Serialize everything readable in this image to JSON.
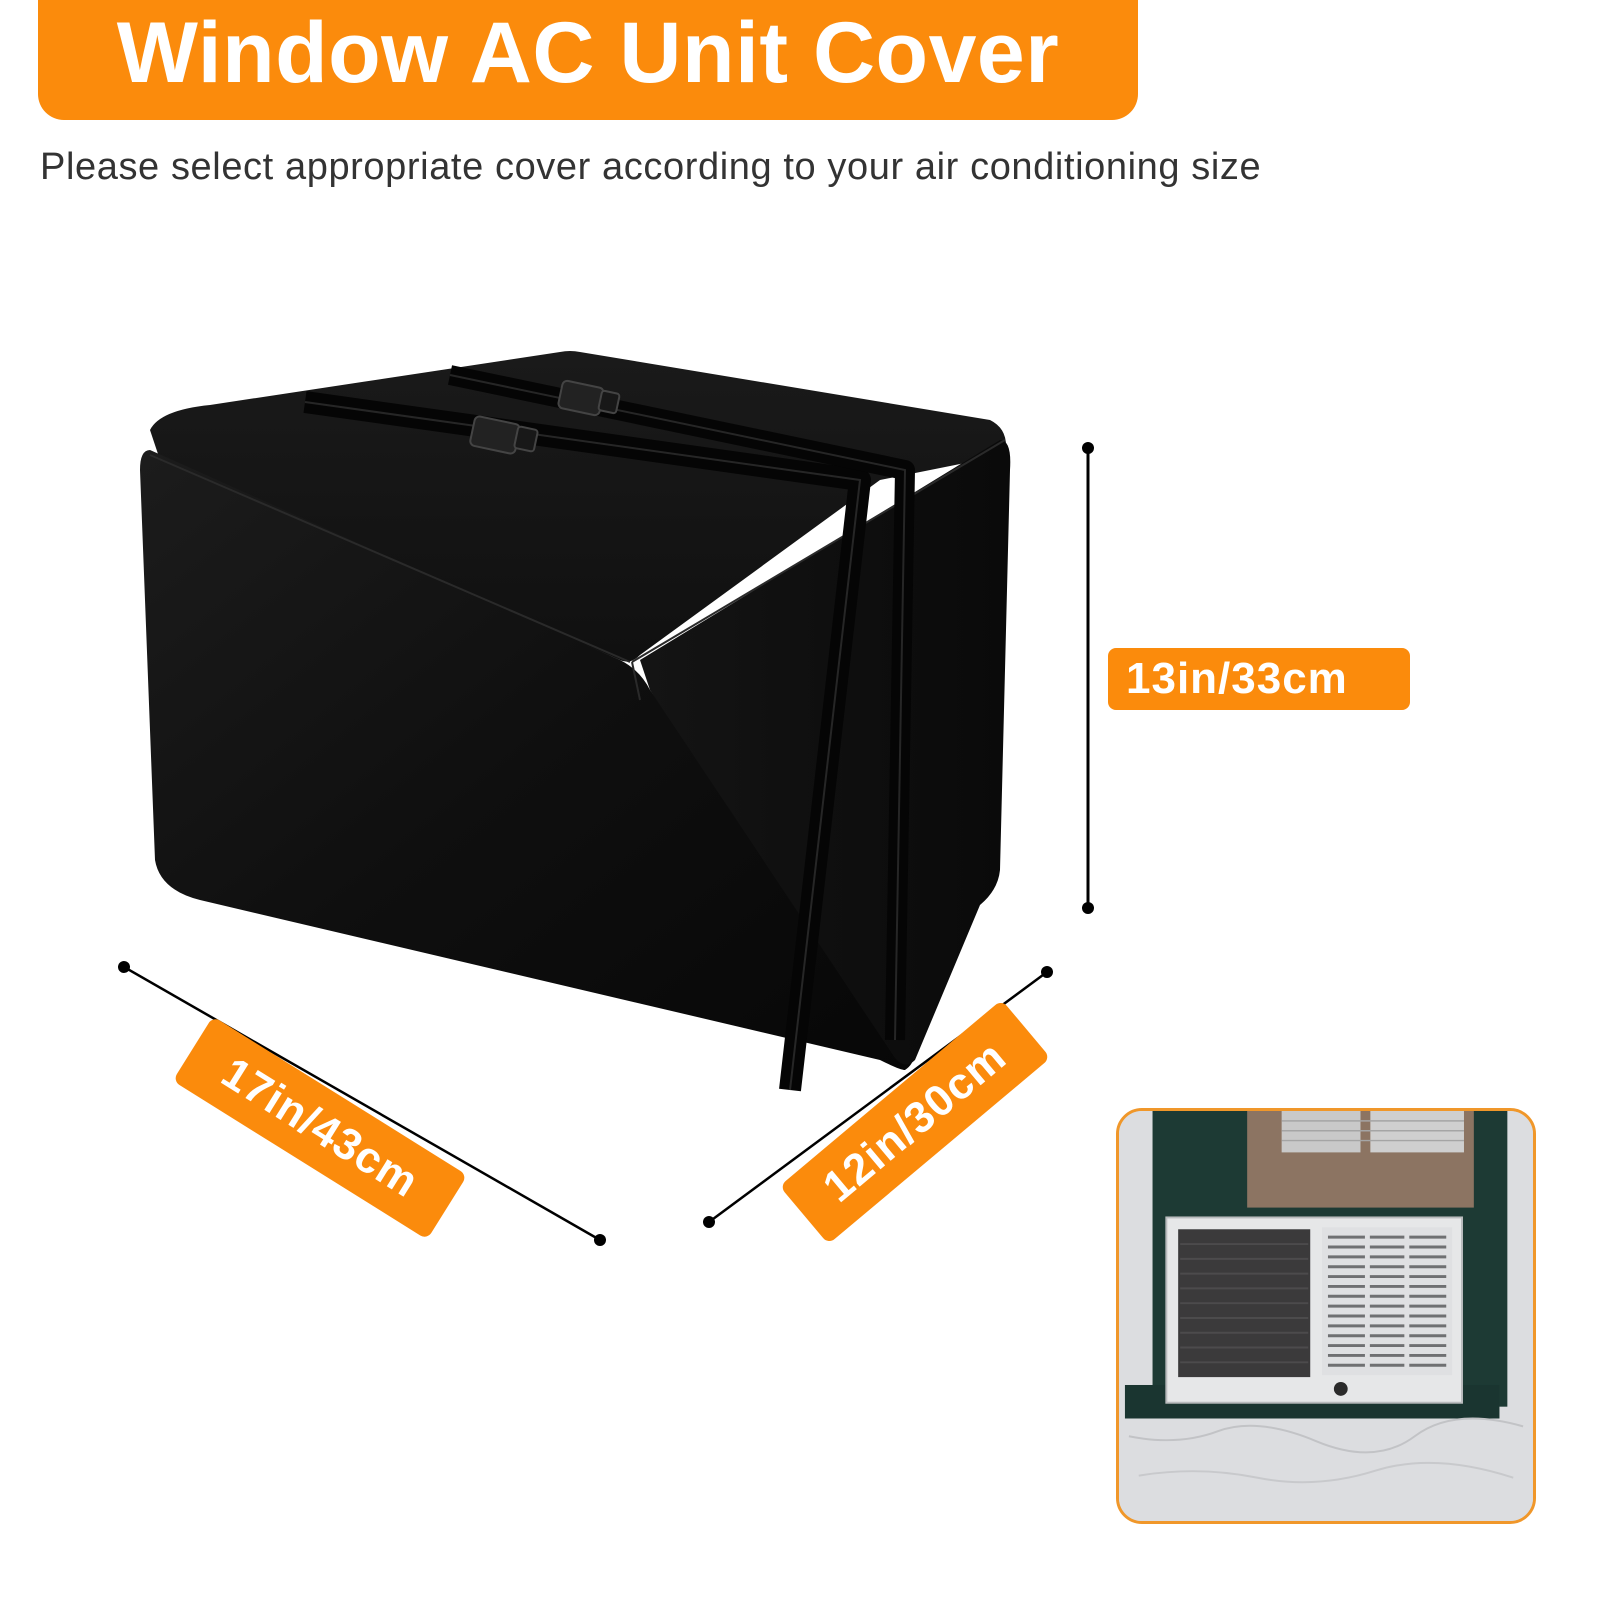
{
  "header": {
    "title": "Window AC Unit Cover",
    "subtitle": "Please select appropriate cover according to your air conditioning size"
  },
  "dimensions": {
    "height": "13in/33cm",
    "width": "17in/43cm",
    "depth": "12in/30cm"
  },
  "product": {
    "name": "black-ac-cover",
    "color": "#0d0d0d",
    "buckles": 2,
    "straps": 2
  },
  "inset": {
    "description": "window air conditioner installed in window",
    "border_color": "#f0972a"
  },
  "colors": {
    "accent": "#fb8b0c",
    "text": "#333333",
    "background": "#ffffff"
  }
}
